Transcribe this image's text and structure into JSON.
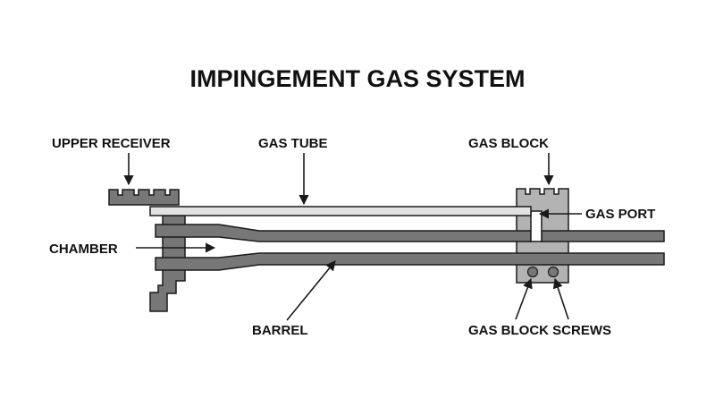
{
  "title": "IMPINGEMENT GAS SYSTEM",
  "labels": {
    "upper_receiver": "UPPER RECEIVER",
    "gas_tube": "GAS TUBE",
    "gas_block": "GAS BLOCK",
    "gas_port": "GAS PORT",
    "chamber": "CHAMBER",
    "barrel": "BARREL",
    "gas_block_screws": "GAS BLOCK SCREWS"
  },
  "colors": {
    "outline": "#1a1a1a",
    "part_fill": "#777777",
    "block_fill": "#b3b3b3",
    "tube_fill": "#e2e2e2",
    "background": "#ffffff"
  }
}
